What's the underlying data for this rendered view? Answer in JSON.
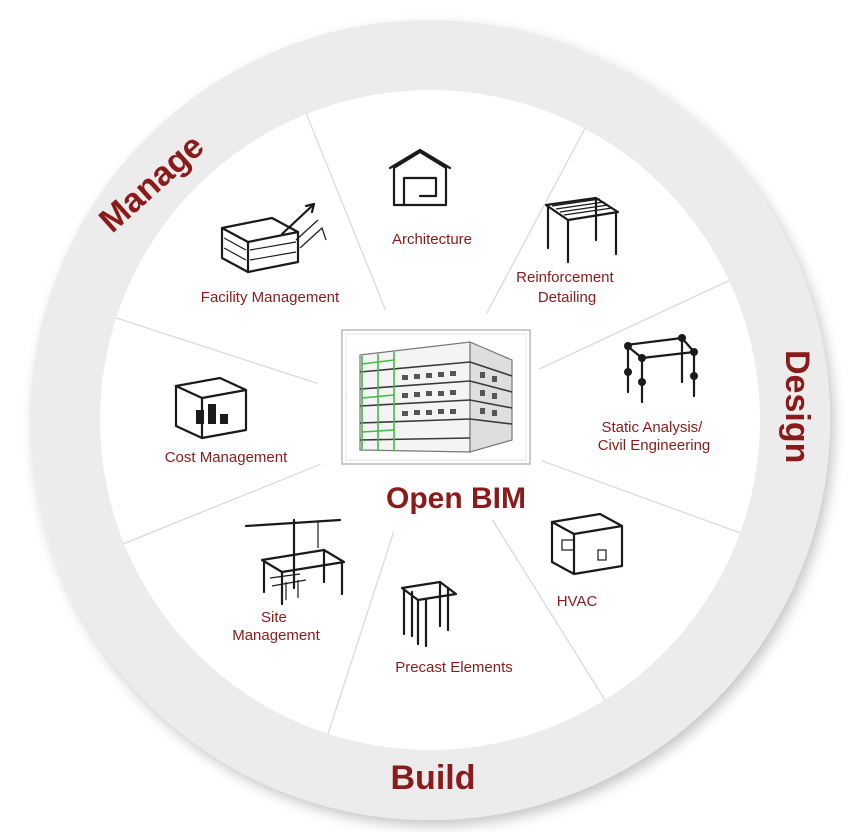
{
  "diagram": {
    "center_label": "Open BIM",
    "phases": {
      "manage": "Manage",
      "design": "Design",
      "build": "Build"
    },
    "segments": [
      {
        "label_lines": [
          "Architecture"
        ],
        "icon": "house-icon"
      },
      {
        "label_lines": [
          "Reinforcement",
          "Detailing"
        ],
        "icon": "rebar-frame-icon"
      },
      {
        "label_lines": [
          "Static Analysis/",
          "Civil Engineering"
        ],
        "icon": "structural-frame-icon"
      },
      {
        "label_lines": [
          "HVAC"
        ],
        "icon": "hvac-room-icon"
      },
      {
        "label_lines": [
          "Precast Elements"
        ],
        "icon": "precast-frame-icon"
      },
      {
        "label_lines": [
          "Site",
          "Management"
        ],
        "icon": "crane-site-icon"
      },
      {
        "label_lines": [
          "Cost Management"
        ],
        "icon": "cost-room-icon"
      },
      {
        "label_lines": [
          "Facility Management"
        ],
        "icon": "facility-building-icon"
      }
    ],
    "colors": {
      "accent": "#8b1a1a",
      "outer_ring": "#eeeeee",
      "inner_disc": "#ffffff",
      "divider": "#d9d9d9"
    }
  }
}
